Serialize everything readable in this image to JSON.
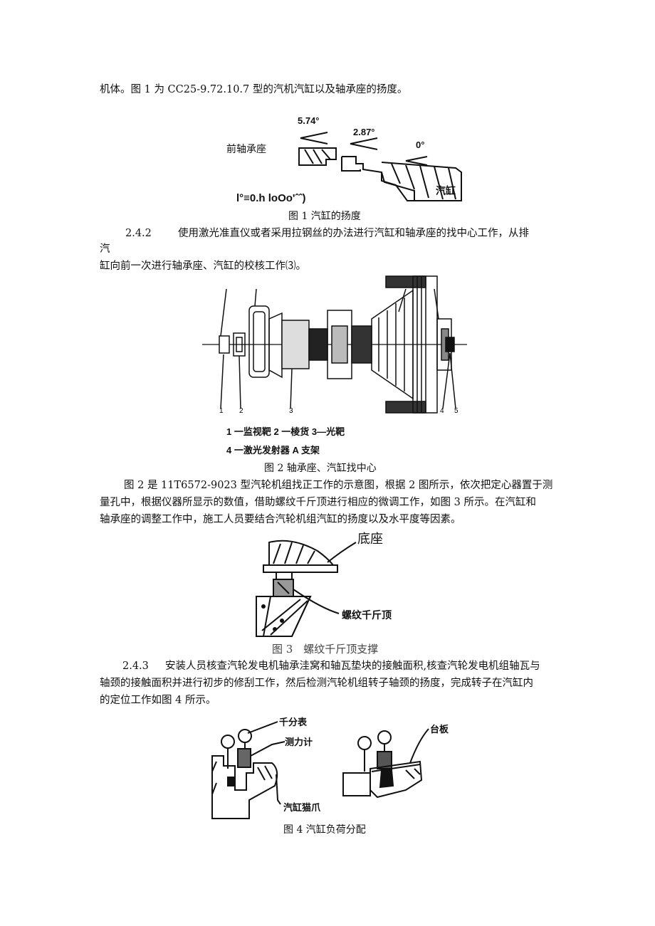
{
  "para_intro": "机体。图 1 为 CC25-9.72.10.7 型的汽机汽缸以及轴承座的扬度。",
  "fig1": {
    "angle_a": "5.74°",
    "angle_b": "2.87°",
    "angle_c": "0°",
    "label_bearing": "前轴承座",
    "label_cylinder": "汽缸",
    "garbled": "l°≡0.h loOo'ˆˆ)",
    "caption": "图 1 汽缸的扬度"
  },
  "para_242": {
    "num": "2.4.2",
    "line1": "使用激光准直仪或者采用拉钢丝的办法进行汽缸和轴承座的找中心工作，从排",
    "line2": "汽",
    "line3": "缸向前一次进行轴承座、汽缸的校核工作⑶。"
  },
  "fig2": {
    "legend_line1": "1 一监视靶 2 一棱货 3—光靶",
    "legend_line2": "4 一激光发射器 A 支架",
    "caption": "图 2 轴承座、汽缸找中心",
    "num_labels": [
      "1",
      "2",
      "3",
      "4",
      "5"
    ]
  },
  "para_fig2": {
    "line1": "图 2 是 11T6572-9023 型汽轮机组找正工作的示意图，根据 2 图所示，依次把定心器置于测",
    "line2": "量孔中，根据仪器所显示的数值，借助螺纹千斤顶进行相应的微调工作，如图 3 所示。在汽缸和",
    "line3": "轴承座的调整工作中，施工人员要结合汽轮机组汽缸的扬度以及水平度等因素。"
  },
  "fig3": {
    "label_base": "底座",
    "label_jack": "螺纹千斤顶",
    "caption": "图 3　螺纹千斤顶支撑"
  },
  "para_243": {
    "num": "2.4.3",
    "line1": "安装人员核查汽轮发电机轴承洼窝和轴瓦垫块的接触面积,核查汽轮发电机组轴瓦与",
    "line2": "轴颈的接触面积并进行初步的修刮工作，然后检测汽轮机组转子轴颈的扬度，完成转子在汽缸内",
    "line3": "的定位工作如图 4 所示。"
  },
  "fig4": {
    "label_dial": "千分表",
    "label_force": "测力计",
    "label_claw": "汽缸猫爪",
    "label_plate": "台板",
    "caption": "图 4 汽缸负荷分配"
  }
}
